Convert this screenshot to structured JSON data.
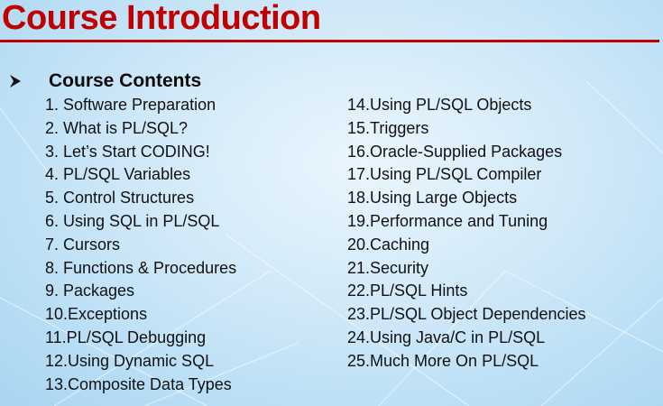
{
  "title": "Course Introduction",
  "section": {
    "heading": "Course Contents",
    "bullet_icon": "arrowhead-bullet-icon"
  },
  "colors": {
    "title": "#c00000",
    "rule": "#c00000",
    "text": "#111111",
    "background": "#cfe8f8"
  },
  "left_items": [
    "1.  Software Preparation",
    "2.  What is PL/SQL?",
    "3.  Let’s Start CODING!",
    "4.  PL/SQL Variables",
    "5.  Control Structures",
    "6.  Using SQL in PL/SQL",
    "7.  Cursors",
    "8.  Functions & Procedures",
    "9.  Packages",
    "10.Exceptions",
    "11.PL/SQL Debugging",
    "12.Using Dynamic SQL",
    "13.Composite Data Types"
  ],
  "right_items": [
    "14.Using PL/SQL Objects",
    "15.Triggers",
    "16.Oracle-Supplied Packages",
    "17.Using PL/SQL Compiler",
    "18.Using Large Objects",
    "19.Performance and Tuning",
    "20.Caching",
    "21.Security",
    "22.PL/SQL Hints",
    "23.PL/SQL Object Dependencies",
    "24.Using Java/C in PL/SQL",
    "25.Much More On PL/SQL"
  ]
}
